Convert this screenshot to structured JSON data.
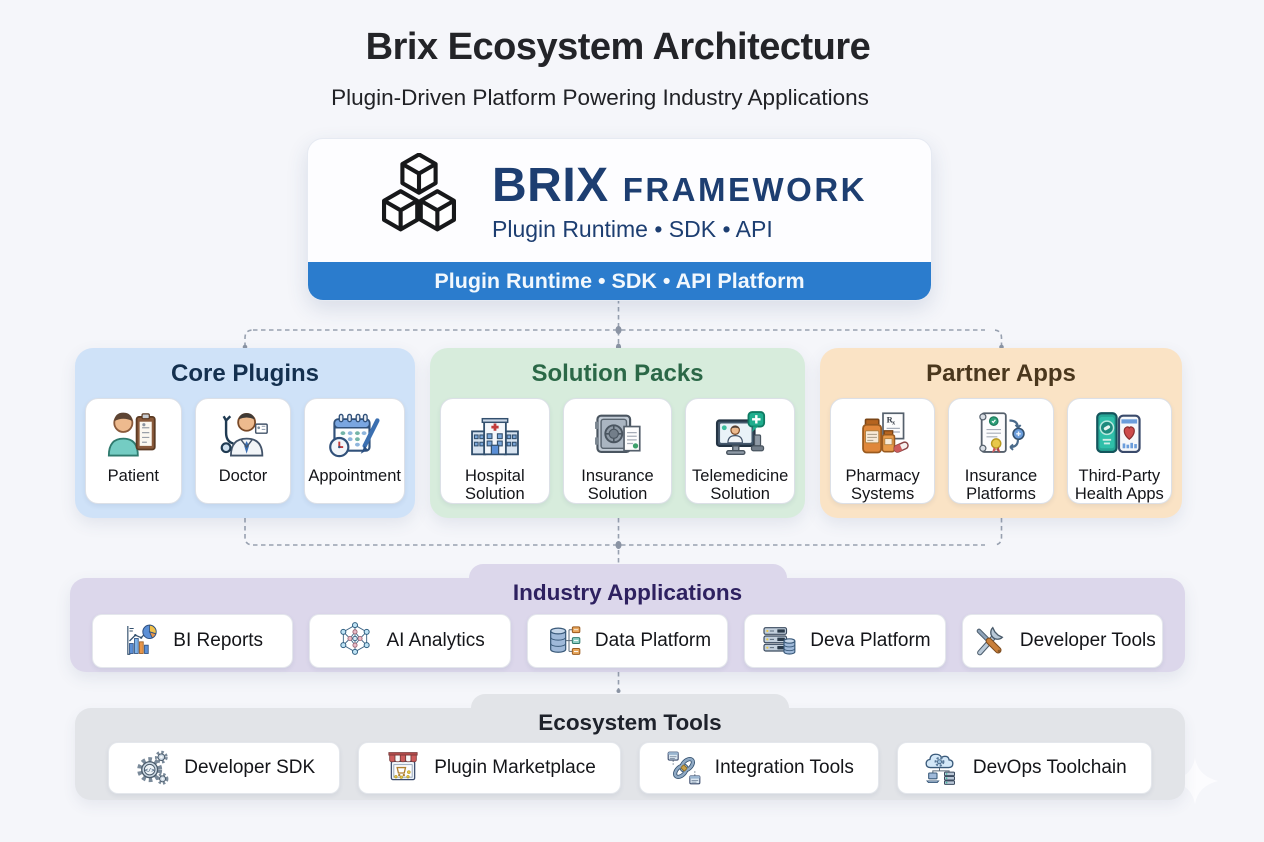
{
  "page": {
    "title": "Brix Ecosystem Architecture",
    "subtitle": "Plugin-Driven Platform Powering Industry Applications"
  },
  "framework": {
    "brand": "BRIX",
    "brand_suffix": "FRAMEWORK",
    "tagline": "Plugin Runtime • SDK • API",
    "banner": "Plugin Runtime • SDK • API Platform",
    "logo_icon": "brix-cubes-logo-icon",
    "colors": {
      "banner_bg": "#2b7ccd",
      "brand_text": "#1d3e71"
    }
  },
  "sections": [
    {
      "title": "Core Plugins",
      "bg": "#cfe2f8",
      "title_color": "#14304f",
      "cards": [
        {
          "label": "Patient",
          "icon": "patient-icon"
        },
        {
          "label": "Doctor",
          "icon": "doctor-icon"
        },
        {
          "label": "Appointment",
          "icon": "appointment-icon"
        }
      ]
    },
    {
      "title": "Solution Packs",
      "bg": "#d7ecdc",
      "title_color": "#2b6847",
      "cards": [
        {
          "label": "Hospital Solution",
          "icon": "hospital-icon"
        },
        {
          "label": "Insurance Solution",
          "icon": "insurance-vault-icon"
        },
        {
          "label": "Telemedicine Solution",
          "icon": "telemedicine-icon"
        }
      ]
    },
    {
      "title": "Partner Apps",
      "bg": "#fae3c5",
      "title_color": "#4a371d",
      "cards": [
        {
          "label": "Pharmacy Systems",
          "icon": "pharmacy-icon"
        },
        {
          "label": "Insurance Platforms",
          "icon": "insurance-certificate-icon"
        },
        {
          "label": "Third-Party Health Apps",
          "icon": "health-apps-icon"
        }
      ]
    }
  ],
  "industry_applications": {
    "title": "Industry Applications",
    "bg": "#dcd7eb",
    "title_color": "#2e2160",
    "cards": [
      {
        "label": "BI Reports",
        "icon": "bi-reports-icon"
      },
      {
        "label": "AI Analytics",
        "icon": "ai-analytics-icon"
      },
      {
        "label": "Data Platform",
        "icon": "data-platform-icon"
      },
      {
        "label": "Deva Platform",
        "icon": "deva-platform-icon"
      },
      {
        "label": "Developer Tools",
        "icon": "developer-tools-icon"
      }
    ]
  },
  "ecosystem_tools": {
    "title": "Ecosystem Tools",
    "bg": "#e2e4e8",
    "title_color": "#1e222b",
    "cards": [
      {
        "label": "Developer SDK",
        "icon": "developer-sdk-icon"
      },
      {
        "label": "Plugin Marketplace",
        "icon": "plugin-marketplace-icon"
      },
      {
        "label": "Integration Tools",
        "icon": "integration-tools-icon"
      },
      {
        "label": "DevOps Toolchain",
        "icon": "devops-toolchain-icon"
      }
    ]
  }
}
